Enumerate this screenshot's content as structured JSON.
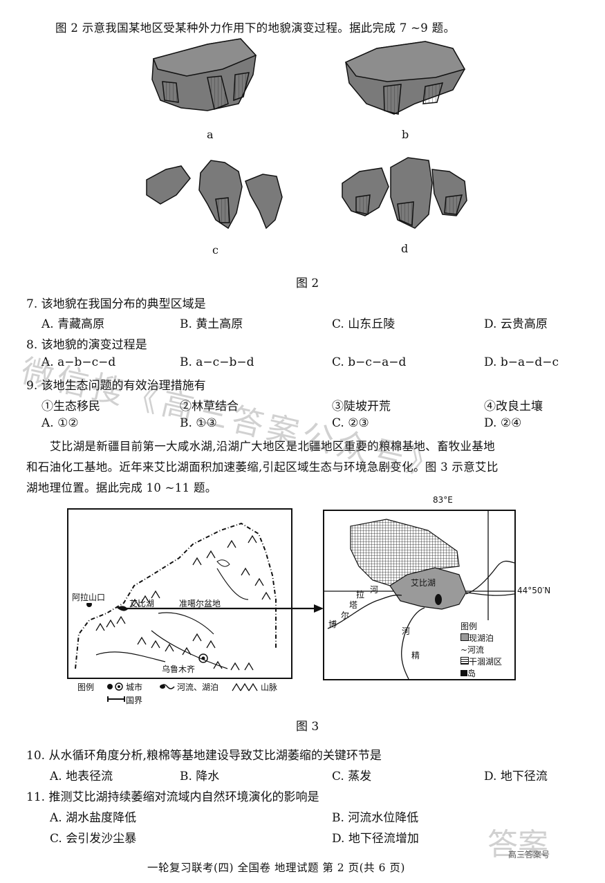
{
  "intro_q7_9": "图 2 示意我国某地区受某种外力作用下的地貌演变过程。据此完成 7 ~9 题。",
  "fig2": {
    "labels": [
      "a",
      "b",
      "c",
      "d"
    ],
    "caption": "图 2"
  },
  "q7": {
    "stem": "7. 该地貌在我国分布的典型区域是",
    "options": [
      "A. 青藏高原",
      "B. 黄土高原",
      "C. 山东丘陵",
      "D. 云贵高原"
    ]
  },
  "q8": {
    "stem": "8. 该地貌的演变过程是",
    "options": [
      "A. a−b−c−d",
      "B. a−c−b−d",
      "C. b−c−a−d",
      "D. b−a−d−c"
    ]
  },
  "q9": {
    "stem": "9. 该地生态问题的有效治理措施有",
    "items": [
      "①生态移民",
      "②林草结合",
      "③陡坡开荒",
      "④改良土壤"
    ],
    "options": [
      "A. ①②",
      "B. ①③",
      "C. ②③",
      "D. ②④"
    ]
  },
  "intro_q10_11": [
    "艾比湖是新疆目前第一大咸水湖,沿湖广大地区是北疆地区重要的粮棉基地、畜牧业基地",
    "和石油化工基地。近年来艾比湖面积加速萎缩,引起区域生态与环境急剧变化。图 3 示意艾比",
    "湖地理位置。据此完成 10 ~11 题。"
  ],
  "fig3": {
    "left_labels": {
      "alashankou": "阿拉山口",
      "aibihu": "艾比湖",
      "basin": "准噶尔盆地",
      "urumqi": "乌鲁木齐"
    },
    "legend_left": {
      "title": "图例",
      "city": "城市",
      "river_lake": "河流、湖泊",
      "mountain": "山脉",
      "border": "国界"
    },
    "right_labels": {
      "lon": "83°E",
      "lat": "44°50′N",
      "lake": "艾比湖",
      "bo": [
        "博",
        "尔",
        "塔",
        "拉",
        "河"
      ],
      "jing": [
        "精",
        "河"
      ]
    },
    "legend_right": {
      "title": "图例",
      "lake_now": "现湖泊",
      "river": "河流",
      "dry": "干涸湖区",
      "island": "岛"
    },
    "caption": "图 3"
  },
  "q10": {
    "stem": "10. 从水循环角度分析,粮棉等基地建设导致艾比湖萎缩的关键环节是",
    "options": [
      "A. 地表径流",
      "B. 降水",
      "C. 蒸发",
      "D. 地下径流"
    ]
  },
  "q11": {
    "stem": "11. 推测艾比湖持续萎缩对流域内自然环境演化的影响是",
    "options": [
      "A. 湖水盐度降低",
      "B. 河流水位降低",
      "C. 会引发沙尘暴",
      "D. 地下径流增加"
    ]
  },
  "footer": "一轮复习联考(四)  全国卷  地理试题  第 2 页(共 6 页)",
  "watermark": {
    "line1": "微信搜《高三答案公众号》",
    "badge": "高三答案号"
  },
  "colors": {
    "landform": "#6e6e6e",
    "lake": "#9a9a9a",
    "ink": "#111111"
  }
}
